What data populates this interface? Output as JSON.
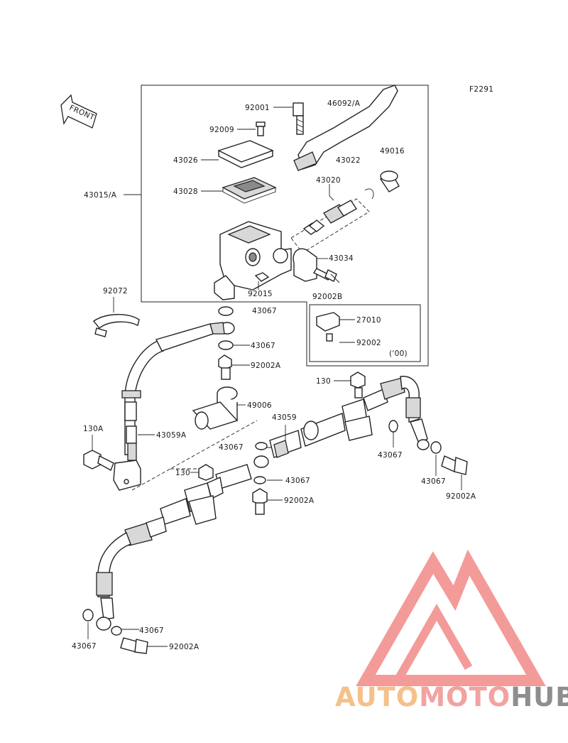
{
  "figure_code": "F2291",
  "front_label": "FRONT",
  "parts": {
    "p92001": "92001",
    "p46092A": "46092/A",
    "p92009": "92009",
    "p49016": "49016",
    "p43022": "43022",
    "p43026": "43026",
    "p43015A": "43015/A",
    "p43028": "43028",
    "p43020": "43020",
    "p43034": "43034",
    "p92015": "92015",
    "p92002B": "92002B",
    "p92072": "92072",
    "p43067_a": "43067",
    "p27010": "27010",
    "p43067_b": "43067",
    "p92002": "92002",
    "p00": "('00)",
    "p92002A_a": "92002A",
    "p130_a": "130",
    "p49006": "49006",
    "p43059": "43059",
    "p130A": "130A",
    "p43059A": "43059A",
    "p43067_c": "43067",
    "p43067_d": "43067",
    "p130_b": "130",
    "p43067_e": "43067",
    "p43067_f": "43067",
    "p92002A_b": "92002A",
    "p92002A_c": "92002A",
    "p43067_g": "43067",
    "p43067_h": "43067",
    "p92002A_d": "92002A"
  },
  "watermark": {
    "auto": "AUTO",
    "moto": "MOTO",
    "hub": "HUB",
    "colors": {
      "auto": "#f5c08a",
      "moto": "#f2a2a0",
      "hub": "#8e8e8e",
      "logo": "#f08a88"
    }
  }
}
